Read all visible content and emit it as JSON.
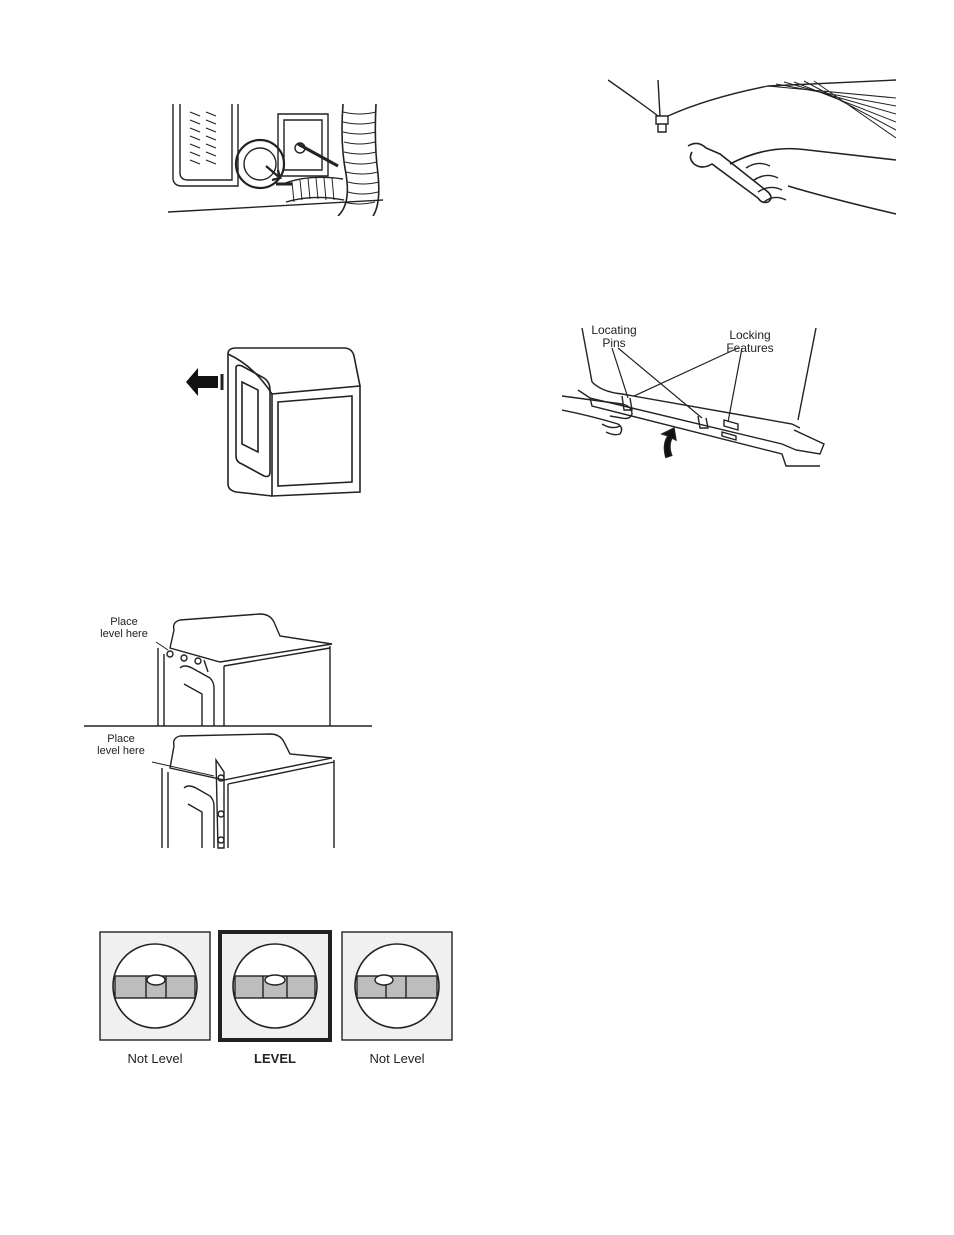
{
  "figures": {
    "leveling": {
      "callout_top": [
        "Place",
        "level here"
      ],
      "callout_bottom": [
        "Place",
        "level here"
      ]
    },
    "base": {
      "callout_pins": [
        "Locating",
        "Pins"
      ],
      "callout_features": [
        "Locking",
        "Features"
      ]
    },
    "bubbles": {
      "captions": [
        "Not Level",
        "LEVEL",
        "Not Level"
      ]
    }
  }
}
